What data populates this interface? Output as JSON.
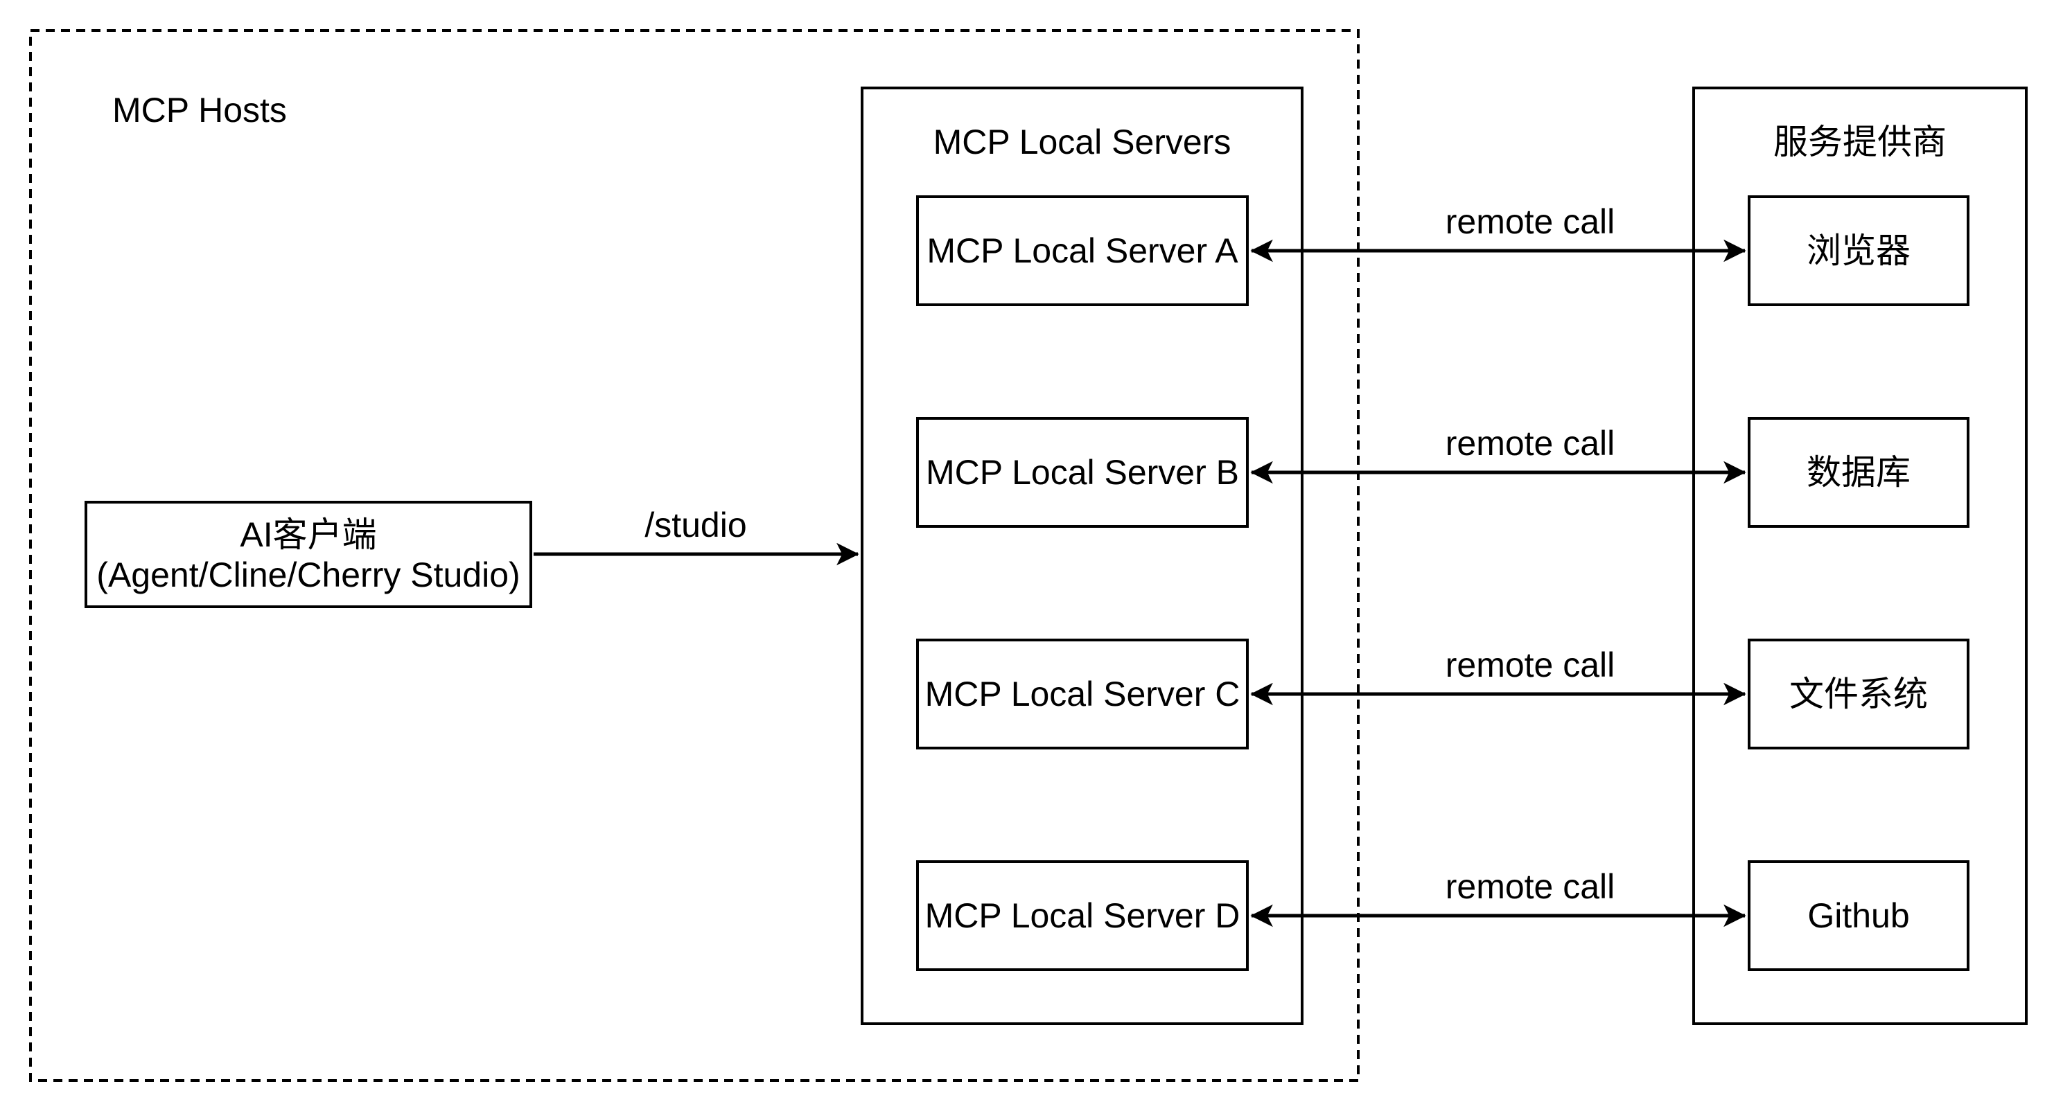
{
  "colors": {
    "ink": "#000000",
    "background": "#ffffff"
  },
  "hosts_group": {
    "label": "MCP Hosts"
  },
  "ai_client": {
    "line1": "AI客户端",
    "line2": "(Agent/Cline/Cherry Studio)"
  },
  "studio_edge": {
    "label": "/studio"
  },
  "local_servers": {
    "title": "MCP Local Servers",
    "items": [
      {
        "label": "MCP Local Server A"
      },
      {
        "label": "MCP Local Server B"
      },
      {
        "label": "MCP Local Server C"
      },
      {
        "label": "MCP Local Server D"
      }
    ]
  },
  "providers": {
    "title": "服务提供商",
    "items": [
      {
        "label": "浏览器"
      },
      {
        "label": "数据库"
      },
      {
        "label": "文件系统"
      },
      {
        "label": "Github"
      }
    ]
  },
  "remote_calls": [
    {
      "label": "remote call"
    },
    {
      "label": "remote call"
    },
    {
      "label": "remote call"
    },
    {
      "label": "remote call"
    }
  ]
}
